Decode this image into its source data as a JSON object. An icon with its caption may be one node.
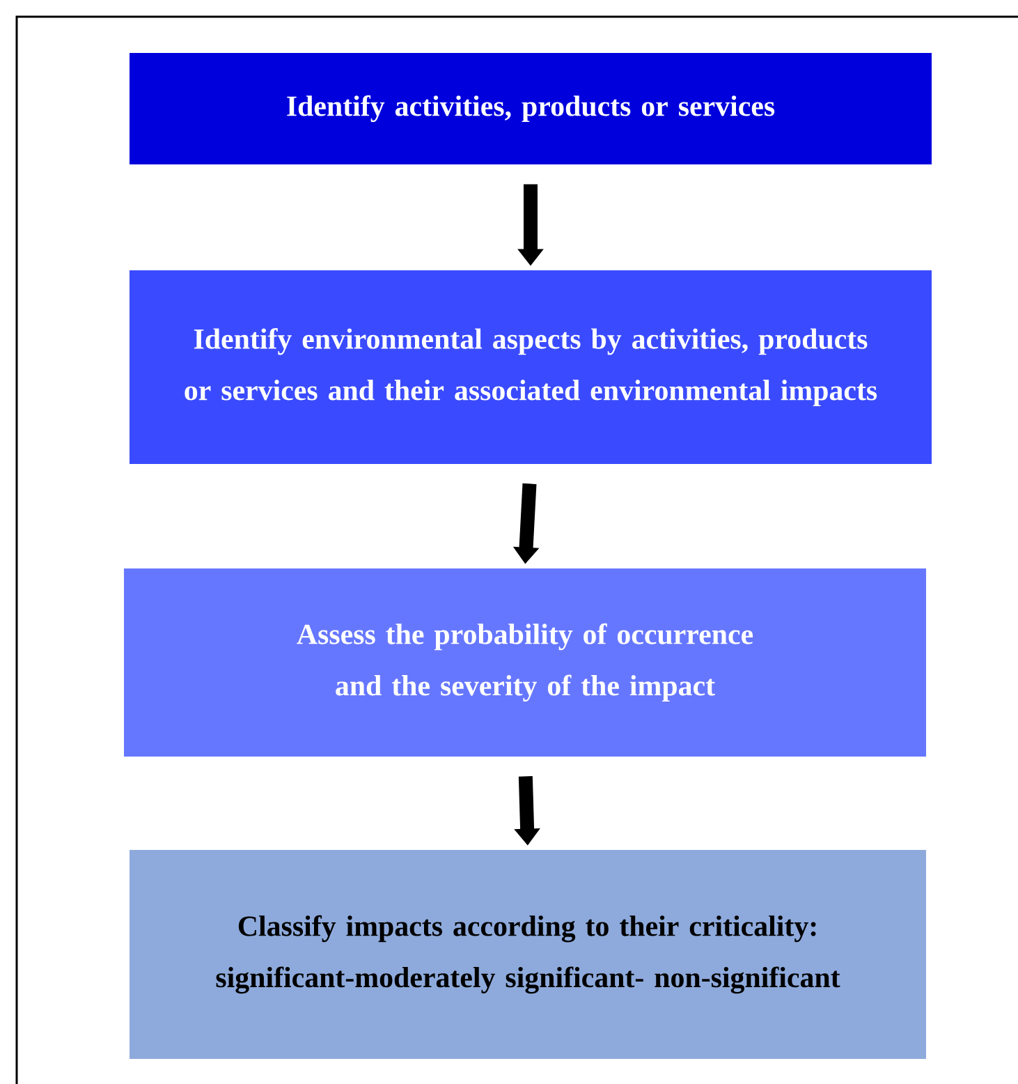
{
  "diagram": {
    "nodes": [
      {
        "text": [
          "Identify activities, products or services"
        ]
      },
      {
        "text": [
          "Identify environmental aspects by activities, products or services and their associated environmental impacts"
        ]
      },
      {
        "text": [
          "Assess the probability of occurrence and the severity of the impact"
        ]
      },
      {
        "text": [
          "Classify impacts according to their criticality: significant-moderately significant- non-significant"
        ]
      }
    ],
    "edges": [
      {
        "from": 0,
        "to": 1,
        "arrow": "to"
      },
      {
        "from": 1,
        "to": 2,
        "arrow": "to"
      },
      {
        "from": 2,
        "to": 3,
        "arrow": "to"
      }
    ]
  }
}
